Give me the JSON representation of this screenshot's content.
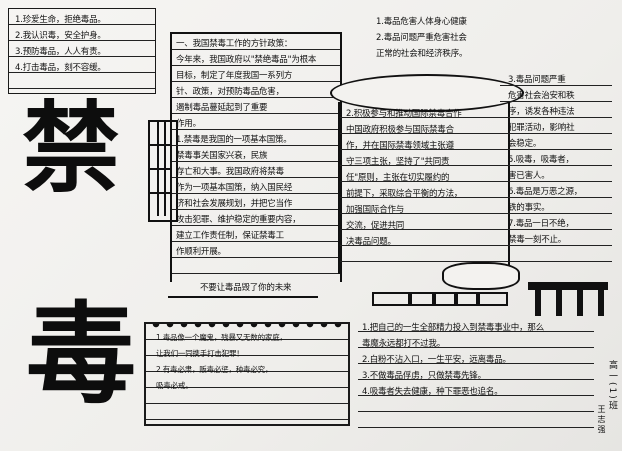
{
  "title": {
    "char1": "禁",
    "char2": "毒"
  },
  "left_top": {
    "lines": [
      "1.珍爱生命，拒绝毒品。",
      "2.我认识毒，安全护身。",
      "3.预防毒品，人人有责。",
      "4.打击毒品，刻不容缓。"
    ]
  },
  "center_panel": {
    "lines": [
      "一、我国禁毒工作的方针政策：",
      "今年来，我国政府以\"禁绝毒品\"为根本",
      "目标，制定了年度我国一系列方",
      "针、政策，对预防毒品危害，",
      "遏制毒品蔓延起到了重要",
      "作用。",
      "1.禁毒是我国的一项基本国策。",
      "禁毒事关国家兴衰，民族",
      "存亡和大事。我国政府将禁毒",
      "作为一项基本国策，纳入国民经",
      "济和社会发展规划，并把它当作",
      "攻击犯罪、维护稳定的重要内容，",
      "建立工作责任制，保证禁毒工",
      "作顺利开展。"
    ],
    "footer": "不要让毒品毁了你的未来"
  },
  "right_top": {
    "lines": [
      "1.毒品危害人体身心健康",
      "2.毒品问题严重危害社会",
      "正常的社会和经济秩序。"
    ]
  },
  "right_scroll": {
    "lines": [
      "2.积极参与和推动国际禁毒合作",
      "中国政府积极参与国际禁毒合",
      "作，并在国际禁毒领域主张遵",
      "守三项主张，坚持了\"共同责",
      "任\"原则，主张在切实履约的",
      "前提下，采取综合平衡的方法，",
      "加强国际合作与",
      "交流，促进共同",
      "决毒品问题。"
    ]
  },
  "far_right": {
    "lines": [
      "3.毒品问题严重",
      "危害社会治安和秩",
      "序，诱发各种违法",
      "犯罪活动，影响社",
      "会稳定。",
      "5.吸毒，吸毒者，",
      "害已害人。",
      "6.毒品是万恶之源，",
      "铁的事实。",
      "7.毒品一日不绝，",
      "禁毒一刻不止。"
    ]
  },
  "bottom_left_card": {
    "lines": [
      "1.毒品像一个魔鬼，残暴又无数的家庭，",
      "让我们一同携手打击犯罪！",
      "2.有毒必肃，贩毒必惩，种毒必究，",
      "吸毒必戒。"
    ]
  },
  "bottom_right": {
    "lines": [
      "1.把自己的一生全部精力投入到禁毒事业中，那么",
      "毒魔永远都打不过我。",
      "2.白粉不沾入口，一生平安，远离毒品。",
      "3.不做毒品俘虏，只做禁毒先锋。",
      "4.吸毒者失去健康，种下罪恶也追名。"
    ]
  },
  "signature": {
    "class": "高一(1)班",
    "name": "王志强"
  }
}
